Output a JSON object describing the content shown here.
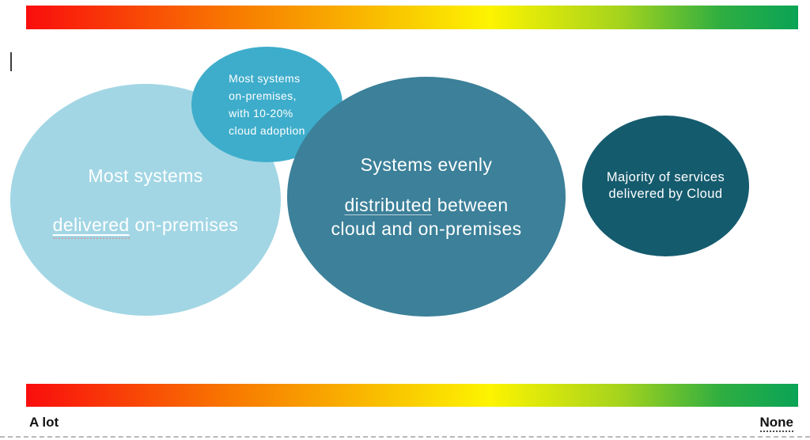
{
  "scale": {
    "left_label": "A lot",
    "right_label": "None",
    "gradient_stops": [
      "#f90d0d",
      "#f87a00",
      "#f9c300",
      "#fdf400",
      "#a5d31d",
      "#0aa356"
    ]
  },
  "bubbles": {
    "left": {
      "fill": "#a2d6e4",
      "text_color": "#ffffff",
      "line1": "Most systems",
      "line2_underlined": "delivered",
      "line2_rest": " on-premises"
    },
    "small": {
      "fill": "#3eadcb",
      "text_color": "#ffffff",
      "line1": "Most systems",
      "line2": "on-premises,",
      "line3": "with 10-20%",
      "line4": "cloud adoption"
    },
    "middle": {
      "fill": "#3c8099",
      "text_color": "#ffffff",
      "line1": "Systems evenly",
      "line2_underlined": "distributed",
      "line2_rest": " between",
      "line3": "cloud and on-premises"
    },
    "right": {
      "fill": "#155b6e",
      "text_color": "#ffffff",
      "line1": "Majority of services",
      "line2": "delivered by Cloud"
    }
  }
}
